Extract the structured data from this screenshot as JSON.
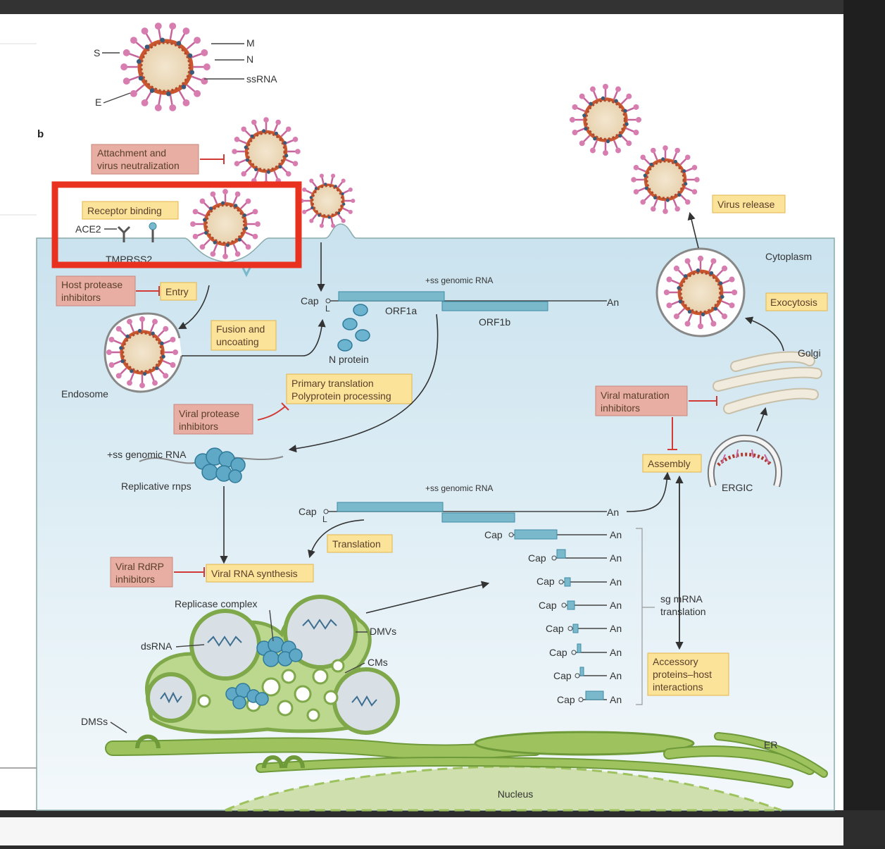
{
  "panel_letter": "b",
  "virion_labels": {
    "s": "S",
    "m": "M",
    "n": "N",
    "ssrna": "ssRNA",
    "e": "E"
  },
  "boxes": {
    "attachment": [
      "Attachment and",
      "virus neutralization"
    ],
    "receptor_binding": "Receptor binding",
    "host_protease": [
      "Host protease",
      "inhibitors"
    ],
    "entry": "Entry",
    "fusion": [
      "Fusion and",
      "uncoating"
    ],
    "primary_translation": [
      "Primary translation",
      "Polyprotein processing"
    ],
    "viral_protease": [
      "Viral protease",
      "inhibitors"
    ],
    "translation": "Translation",
    "rdrp": [
      "Viral RdRP",
      "inhibitors"
    ],
    "rna_synthesis": "Viral RNA synthesis",
    "virus_release": "Virus release",
    "exocytosis": "Exocytosis",
    "maturation": [
      "Viral maturation",
      "inhibitors"
    ],
    "assembly": "Assembly",
    "accessory": [
      "Accessory",
      "proteins–host",
      "interactions"
    ]
  },
  "labels": {
    "ace2": "ACE2",
    "tmprss2": "TMPRSS2",
    "endosome": "Endosome",
    "cytoplasm": "Cytoplasm",
    "golgi": "Golgi",
    "ergic": "ERGIC",
    "er": "ER",
    "nucleus": "Nucleus",
    "genomic_rna": "+ss genomic RNA",
    "orf1a": "ORF1a",
    "orf1b": "ORF1b",
    "n_protein": "N protein",
    "replicative_rnps": "Replicative rnps",
    "replicase_complex": "Replicase complex",
    "dsrna": "dsRNA",
    "dmvs": "DMVs",
    "cms": "CMs",
    "dmss": "DMSs",
    "sg_mrna": [
      "sg mRNA",
      "translation"
    ],
    "cap": "Cap",
    "an": "An",
    "l": "L"
  },
  "colors": {
    "highlight": "#e8321f",
    "cytoplasm": "#dcedf5",
    "er": "#9dc25e",
    "rna": "#7ab9cc",
    "spike": "#c6649c",
    "yellow_box": "#fbe39a",
    "red_box": "#e8aea4"
  }
}
